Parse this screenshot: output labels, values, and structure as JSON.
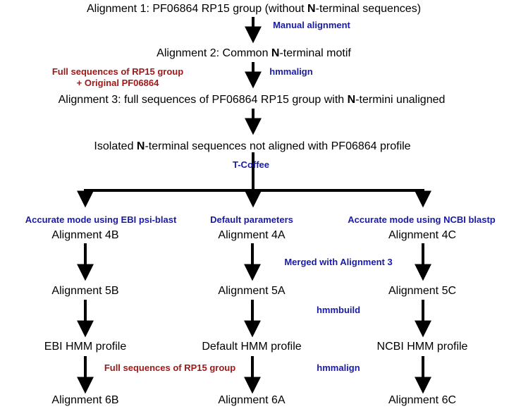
{
  "nodes": {
    "alignment_1": {
      "pre": "Alignment 1: PF06864 RP15 group (without ",
      "bold": "N",
      "post": "-terminal sequences)"
    },
    "alignment_2": {
      "pre": "Alignment 2: Common ",
      "bold": "N",
      "post": "-terminal motif"
    },
    "alignment_3": {
      "pre": "Alignment 3: full sequences of PF06864 RP15 group with ",
      "bold": "N",
      "post": "-termini unaligned"
    },
    "isolated": {
      "pre": "Isolated ",
      "bold": "N",
      "post": "-terminal sequences not aligned with PF06864 profile"
    },
    "alignment_4b": "Alignment 4B",
    "alignment_4a": "Alignment 4A",
    "alignment_4c": "Alignment 4C",
    "alignment_5b": "Alignment 5B",
    "alignment_5a": "Alignment 5A",
    "alignment_5c": "Alignment 5C",
    "ebi_hmm": "EBI HMM profile",
    "default_hmm": "Default HMM profile",
    "ncbi_hmm": "NCBI HMM profile",
    "alignment_6b": "Alignment 6B",
    "alignment_6a": "Alignment 6A",
    "alignment_6c": "Alignment 6C"
  },
  "notes": {
    "manual_alignment": "Manual alignment",
    "hmmalign_1": "hmmalign",
    "full_seq_line1": "Full sequences of RP15 group",
    "full_seq_line2": "+ Original PF06864",
    "t_coffee": "T-Coffee",
    "accurate_ebi": "Accurate mode using EBI psi-blast",
    "default_params": "Default parameters",
    "accurate_ncbi": "Accurate mode using NCBI blastp",
    "merged": "Merged with Alignment 3",
    "hmmbuild": "hmmbuild",
    "full_seq_rp15": "Full sequences of RP15 group",
    "hmmalign_2": "hmmalign"
  },
  "colors": {
    "tool_label": "#1a1aa8",
    "input_label": "#a01818",
    "arrow": "#000000"
  }
}
